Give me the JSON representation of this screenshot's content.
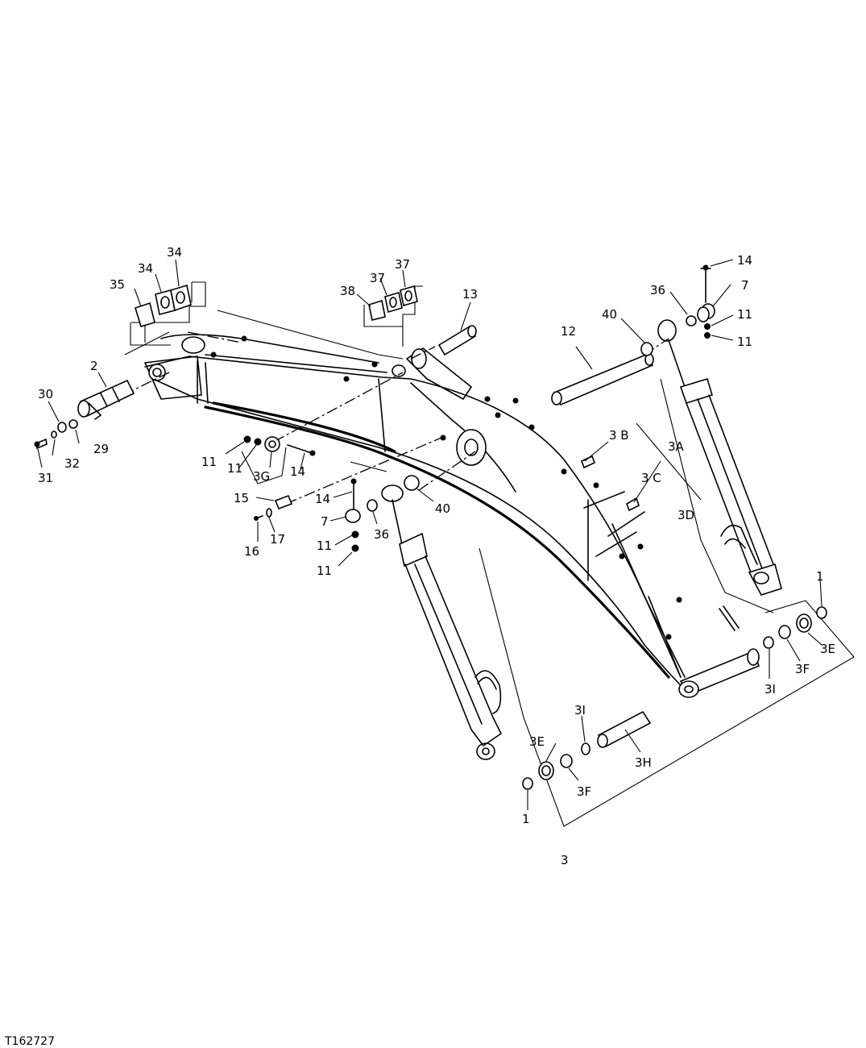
{
  "figure_id": "T162727",
  "callouts": [
    {
      "id": "c34a",
      "label": "34"
    },
    {
      "id": "c34b",
      "label": "34"
    },
    {
      "id": "c35",
      "label": "35"
    },
    {
      "id": "c38",
      "label": "38"
    },
    {
      "id": "c37a",
      "label": "37"
    },
    {
      "id": "c37b",
      "label": "37"
    },
    {
      "id": "c13",
      "label": "13"
    },
    {
      "id": "c14a",
      "label": "14"
    },
    {
      "id": "c7a",
      "label": "7"
    },
    {
      "id": "c36a",
      "label": "36"
    },
    {
      "id": "c11a",
      "label": "11"
    },
    {
      "id": "c11b",
      "label": "11"
    },
    {
      "id": "c40a",
      "label": "40"
    },
    {
      "id": "c12",
      "label": "12"
    },
    {
      "id": "c2",
      "label": "2"
    },
    {
      "id": "c30",
      "label": "30"
    },
    {
      "id": "c29",
      "label": "29"
    },
    {
      "id": "c32",
      "label": "32"
    },
    {
      "id": "c31",
      "label": "31"
    },
    {
      "id": "c11c",
      "label": "11"
    },
    {
      "id": "c11d",
      "label": "11"
    },
    {
      "id": "c3G",
      "label": "3G"
    },
    {
      "id": "c14b",
      "label": "14"
    },
    {
      "id": "c15",
      "label": "15"
    },
    {
      "id": "c14c",
      "label": "14"
    },
    {
      "id": "c7b",
      "label": "7"
    },
    {
      "id": "c16",
      "label": "16"
    },
    {
      "id": "c17",
      "label": "17"
    },
    {
      "id": "c11e",
      "label": "11"
    },
    {
      "id": "c11f",
      "label": "11"
    },
    {
      "id": "c36b",
      "label": "36"
    },
    {
      "id": "c40b",
      "label": "40"
    },
    {
      "id": "c3B",
      "label": "3 B"
    },
    {
      "id": "c3A",
      "label": "3A"
    },
    {
      "id": "c3C",
      "label": "3 C"
    },
    {
      "id": "c3D",
      "label": "3D"
    },
    {
      "id": "c1a",
      "label": "1"
    },
    {
      "id": "c3Ea",
      "label": "3E"
    },
    {
      "id": "c3Fa",
      "label": "3F"
    },
    {
      "id": "c3Ia",
      "label": "3I"
    },
    {
      "id": "c3Ib",
      "label": "3I"
    },
    {
      "id": "c3H",
      "label": "3H"
    },
    {
      "id": "c3Eb",
      "label": "3E"
    },
    {
      "id": "c3Fb",
      "label": "3F"
    },
    {
      "id": "c1b",
      "label": "1"
    },
    {
      "id": "c3",
      "label": "3"
    }
  ]
}
